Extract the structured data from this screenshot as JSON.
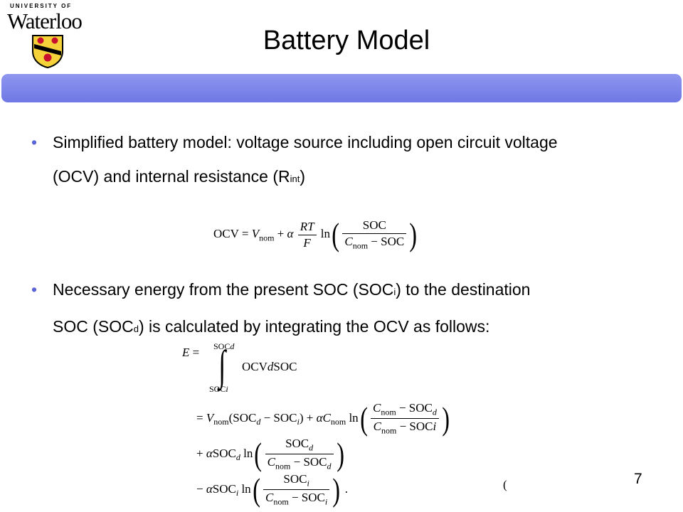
{
  "logo": {
    "university": "UNIVERSITY OF",
    "name": "Waterloo"
  },
  "title": "Battery Model",
  "bullets": [
    {
      "line1": "Simplified battery model: voltage source including open circuit voltage",
      "line2_pre": "(OCV) and internal resistance (R",
      "line2_sub": "int",
      "line2_post": ")"
    },
    {
      "line1_pre": "Necessary energy from the present SOC (SOC",
      "line1_sub": "i",
      "line1_post": ") to the destination",
      "line2_pre": "SOC (SOC",
      "line2_sub": "d",
      "line2_post": ") is calculated by integrating the OCV as follows:"
    }
  ],
  "page_number": "7",
  "equation_number": "(",
  "colors": {
    "band": "#7a82ea",
    "bullet": "#5b63d8"
  }
}
